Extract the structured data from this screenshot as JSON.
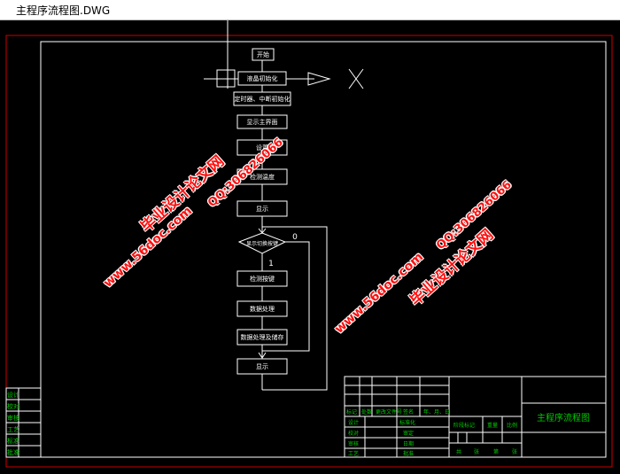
{
  "window": {
    "title": "主程序流程图.DWG"
  },
  "flowchart": {
    "nodes": [
      {
        "id": "start",
        "label": "开始"
      },
      {
        "id": "init1",
        "label": "液晶初始化"
      },
      {
        "id": "init2",
        "label": "定时器、中断初始化"
      },
      {
        "id": "main_ui",
        "label": "显示主界面"
      },
      {
        "id": "step4",
        "label": "设置"
      },
      {
        "id": "step5",
        "label": "检测温度"
      },
      {
        "id": "display1",
        "label": "显示"
      },
      {
        "id": "decision",
        "label": "显示切换按键"
      },
      {
        "id": "step8",
        "label": "检测按键"
      },
      {
        "id": "step9",
        "label": "数据处理"
      },
      {
        "id": "step10",
        "label": "数据处理及储存"
      },
      {
        "id": "display2",
        "label": "显示"
      }
    ],
    "branch_yes": "1",
    "branch_no": "0"
  },
  "title_block": {
    "drawing_title": "主程序流程图",
    "left_column": [
      "设计",
      "校对",
      "审核",
      "工艺",
      "标准",
      "批准"
    ],
    "mid_labels": [
      "标记",
      "处数",
      "更改文件号",
      "签名",
      "年、月、日"
    ],
    "sign_rows": [
      "设计",
      "校对",
      "审核",
      "工艺"
    ],
    "sign_rows2": [
      "标准化",
      "审定",
      "日期",
      "批准"
    ],
    "stage_label": "阶段标记",
    "weight_label": "重量",
    "scale_label": "比例",
    "sheet_labels": [
      "共",
      "张",
      "第",
      "张"
    ]
  },
  "watermarks": [
    {
      "text": "毕业设计论文网"
    },
    {
      "text": "www.56doc.com"
    },
    {
      "text": "QQ:306826066"
    },
    {
      "text": "毕业设计论文网"
    },
    {
      "text": "www.56doc.com"
    },
    {
      "text": "QQ:306826066"
    }
  ],
  "colors": {
    "background": "#000000",
    "frame": "#cc0000",
    "lines": "#ffffff",
    "grid_green": "#00cc00",
    "watermark": "#ff1010"
  }
}
